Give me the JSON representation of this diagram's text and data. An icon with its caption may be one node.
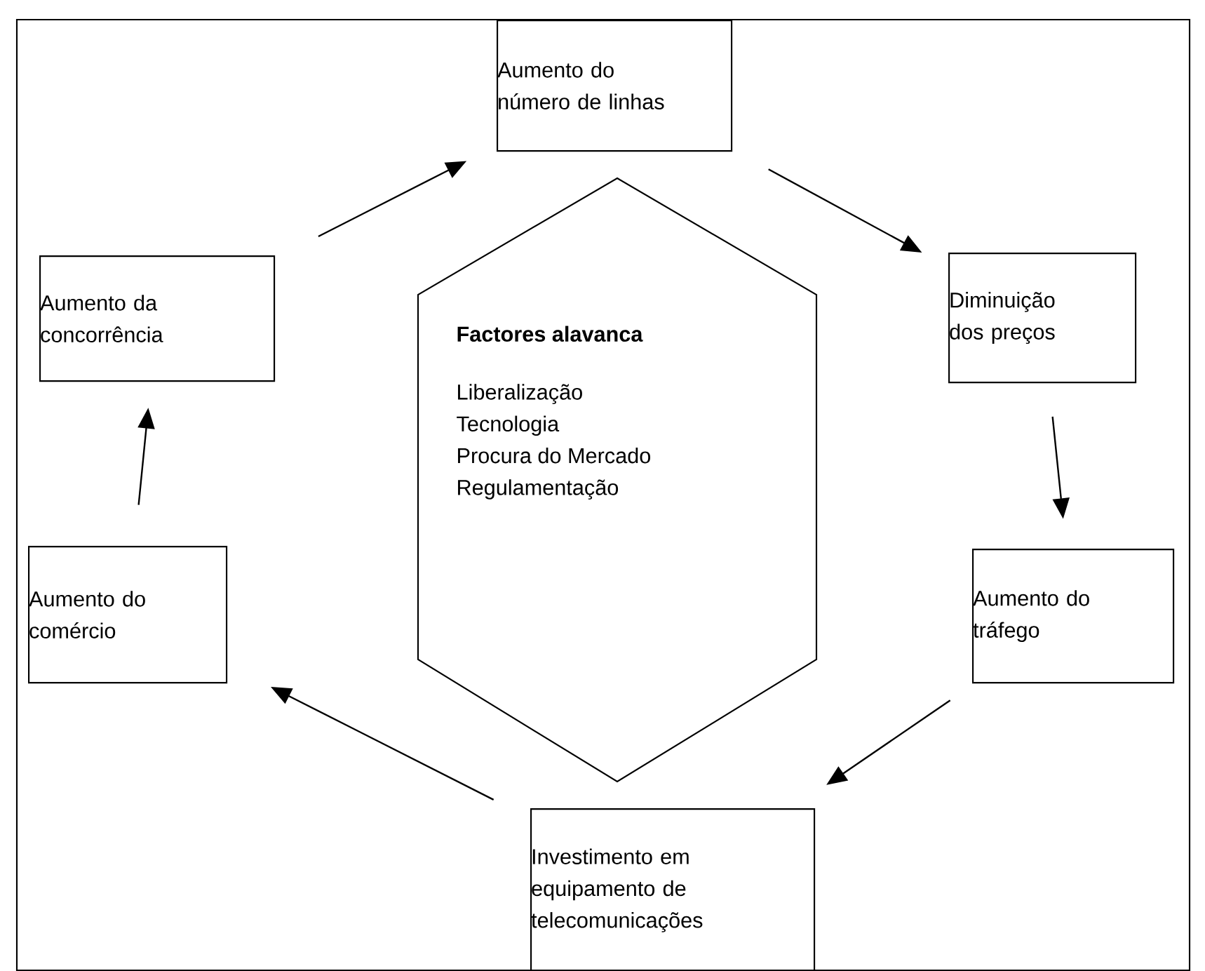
{
  "diagram": {
    "nodes": [
      {
        "text": [
          "Aumento do número de linhas"
        ]
      },
      {
        "text": [
          "Diminuição dos preços"
        ]
      },
      {
        "text": [
          "Aumento do tráfego"
        ]
      },
      {
        "text": [
          "Investimento em equipamento de telecomunicações"
        ]
      },
      {
        "text": [
          "Aumento do comércio"
        ]
      },
      {
        "text": [
          "Aumento da concorrência"
        ]
      },
      {
        "text": [
          "Factores alavanca",
          "Liberalização",
          "Tecnologia",
          "Procura do Mercado",
          "Regulamentação"
        ]
      }
    ],
    "edges": [
      {
        "from": 0,
        "to": 1,
        "arrow": "to"
      },
      {
        "from": 1,
        "to": 2,
        "arrow": "to"
      },
      {
        "from": 2,
        "to": 3,
        "arrow": "to"
      },
      {
        "from": 3,
        "to": 4,
        "arrow": "to"
      },
      {
        "from": 4,
        "to": 5,
        "arrow": "to"
      },
      {
        "from": 5,
        "to": 0,
        "arrow": "to"
      }
    ]
  }
}
